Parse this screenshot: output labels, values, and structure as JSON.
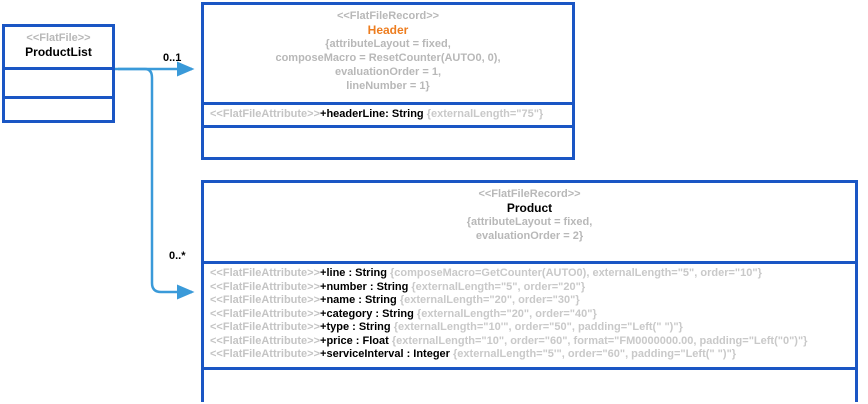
{
  "diagram": {
    "title": "FlatFile UML class diagram",
    "colors": {
      "box_border": "#1a56c4",
      "connector": "#3a9ad9",
      "stereotype_text": "#b8b8b8",
      "highlight": "#ED7D1F",
      "body_text": "#000000"
    }
  },
  "classes": {
    "product_list": {
      "stereotype": "<<FlatFile>>",
      "name": "ProductList",
      "attributes": [],
      "operations": []
    },
    "header": {
      "stereotype": "<<FlatFileRecord>>",
      "name": "Header",
      "properties": [
        {
          "text": "{attributeLayout = fixed,",
          "highlight": false
        },
        {
          "text": "composeMacro = ResetCounter(AUTO0, 0),",
          "highlight": false
        },
        {
          "text": "evaluationOrder = 1,",
          "highlight": true
        },
        {
          "text": "lineNumber = 1}",
          "highlight": true
        }
      ],
      "attributes": [
        {
          "stereotype": "<<FlatFileAttribute>>",
          "signature": "+headerLine: String",
          "props": "{externalLength=\"75\"}"
        }
      ],
      "operations": []
    },
    "product": {
      "stereotype": "<<FlatFileRecord>>",
      "name": "Product",
      "properties": [
        {
          "text": "{attributeLayout = fixed,",
          "highlight": false
        },
        {
          "text": "evaluationOrder = 2}",
          "highlight": true
        }
      ],
      "attributes": [
        {
          "stereotype": "<<FlatFileAttribute>>",
          "signature": "+line : String",
          "props": "{composeMacro=GetCounter(AUTO0), externalLength=\"5\", order=\"10\"}"
        },
        {
          "stereotype": "<<FlatFileAttribute>>",
          "signature": "+number : String",
          "props": "{externalLength=\"5\", order=\"20\"}"
        },
        {
          "stereotype": "<<FlatFileAttribute>>",
          "signature": "+name : String",
          "props": "{externalLength=\"20\", order=\"30\"}"
        },
        {
          "stereotype": "<<FlatFileAttribute>>",
          "signature": "+category : String",
          "props": "{externalLength=\"20\", order=\"40\"}"
        },
        {
          "stereotype": "<<FlatFileAttribute>>",
          "signature": "+type : String",
          "props": "{externalLength=\"10'\", order=\"50\", padding=\"Left(\" \")\"}"
        },
        {
          "stereotype": "<<FlatFileAttribute>>",
          "signature": "+price : Float",
          "props": "{externalLength=\"10\", order=\"60\", format=\"FM0000000.00, padding=\"Left(\"0\")\"}"
        },
        {
          "stereotype": "<<FlatFileAttribute>>",
          "signature": "+serviceInterval : Integer",
          "props": "{externalLength=\"5'\", order=\"60\", padding=\"Left(\" \")\"}"
        }
      ],
      "operations": []
    }
  },
  "connectors": [
    {
      "name": "productlist-to-header",
      "multiplicity": "0..1",
      "source": "ProductList",
      "target": "Header"
    },
    {
      "name": "productlist-to-product",
      "multiplicity": "0..*",
      "source": "ProductList",
      "target": "Product"
    }
  ]
}
